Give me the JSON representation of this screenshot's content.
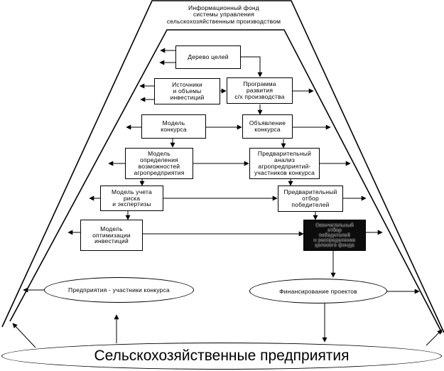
{
  "diagram": {
    "fund_title": "Информационный фонд\nсистемы управления\nсельскохозяйственным производством",
    "nodes": {
      "tree_of_goals": "Дерево целей",
      "sources": "Источники\nи объемы\nинвестиций",
      "program": "Программа\nразвития\nс/х производства",
      "contest_model": "Модель\nконкурса",
      "contest_announce": "Объявление\nконкурса",
      "capabilities_model": "Модель\nопределения\nвозможностей\nагропредприятия",
      "preliminary_analysis": "Предварительный\nанализ\nагропредприятий-\nучастников конкурса",
      "risk_model": "Модель учета\nриска\nи экспертизы",
      "preliminary_selection": "Предварительный\nотбор\nпобедителей",
      "optimization_model": "Модель\nоптимизации\nинвестиций",
      "final_selection": "Окончательный\nотбор\nпобедителей\nи распределение\nцелевого фонда"
    },
    "ovals": {
      "participants": "Предприятия - участники конкурса",
      "financing": "Финансирование проектов",
      "enterprises": "Сельскохозяйственные предприятия"
    }
  }
}
